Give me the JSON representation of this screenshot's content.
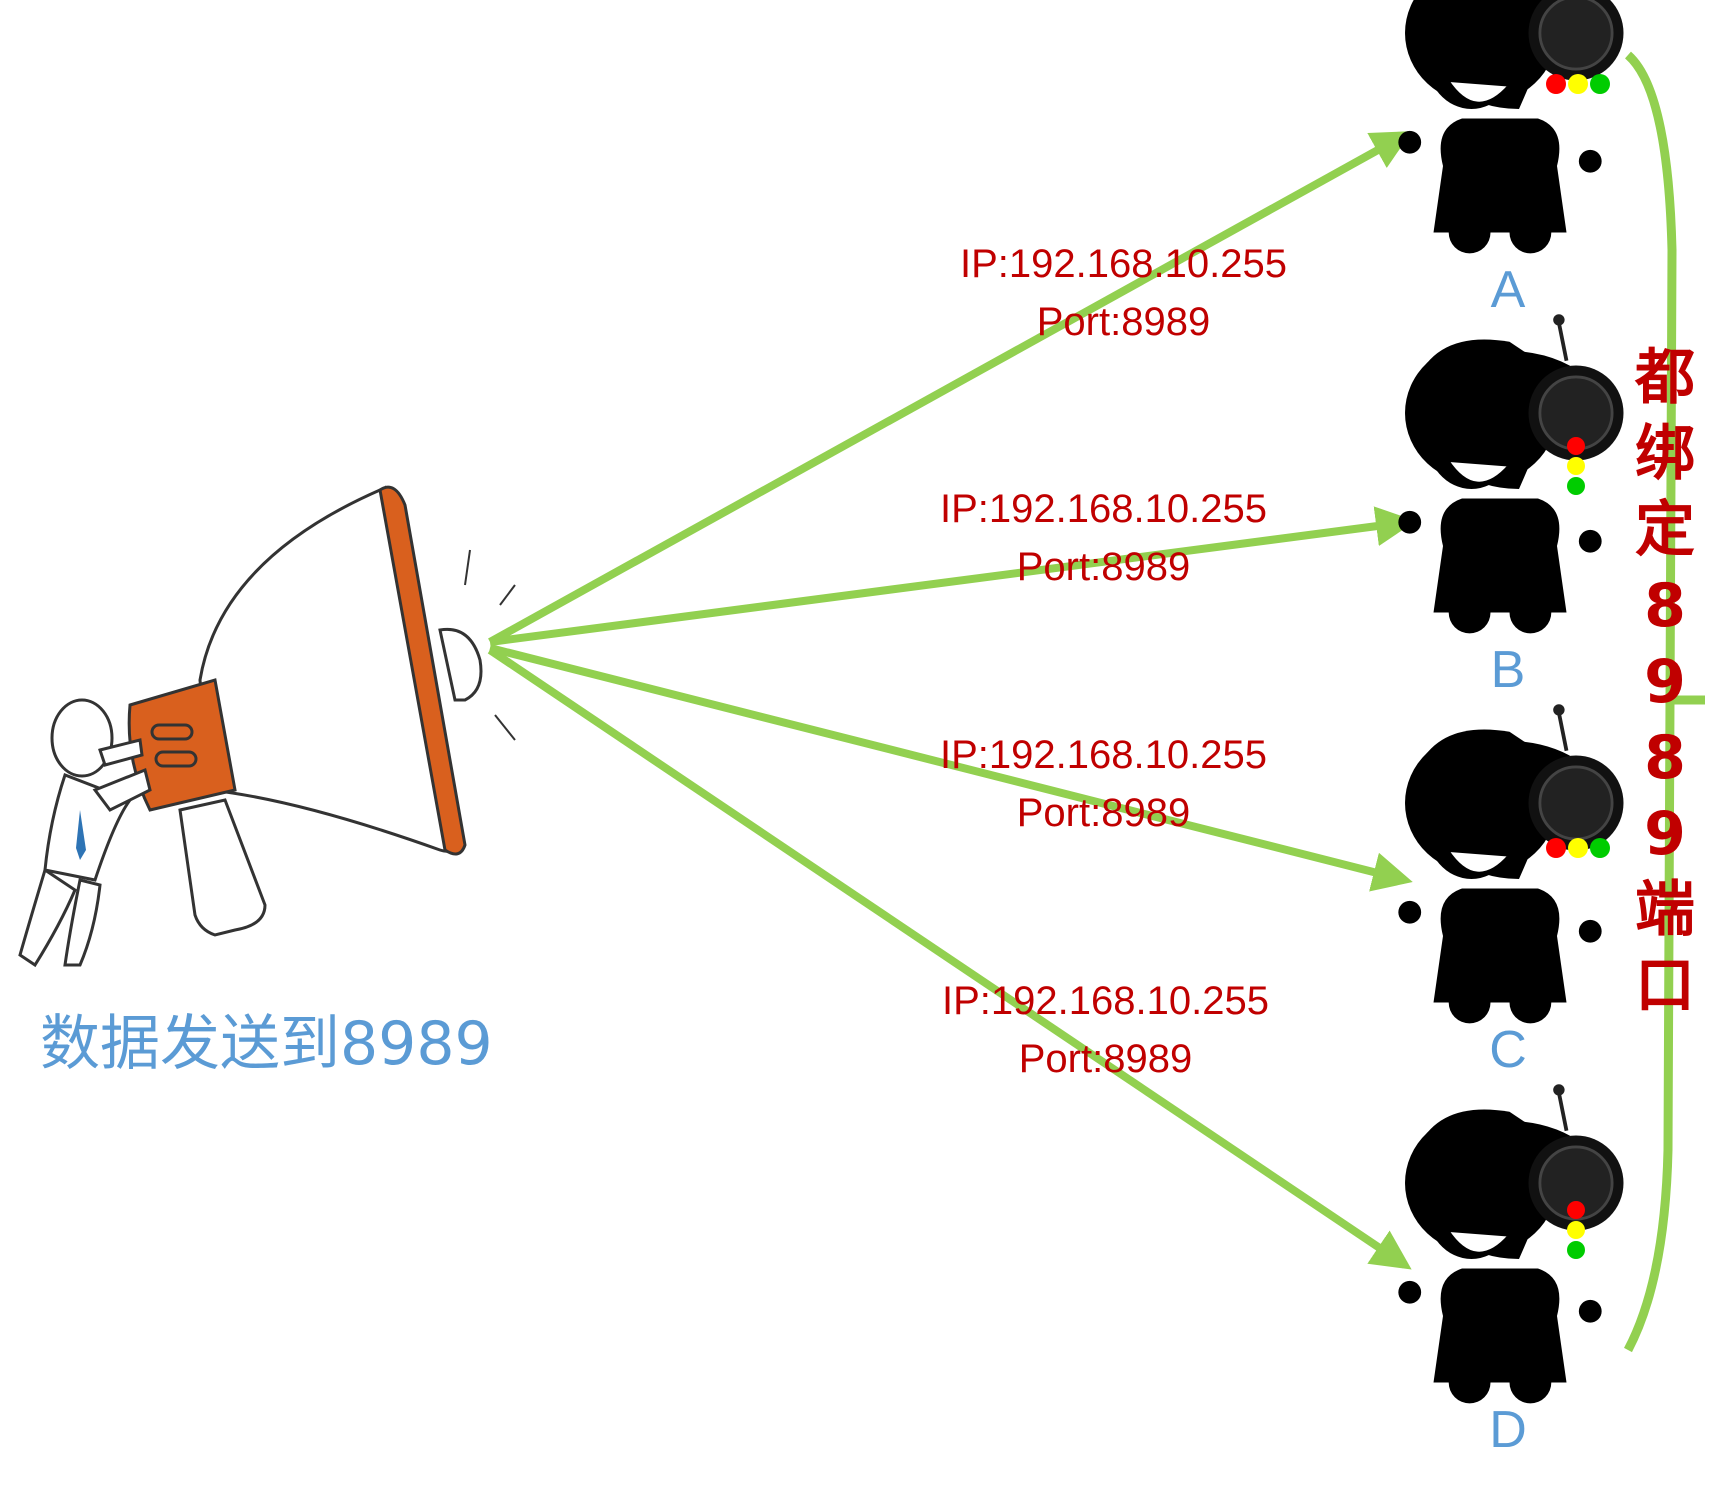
{
  "sender": {
    "caption": "数据发送到8989"
  },
  "edges": [
    {
      "ip": "IP:192.168.10.255",
      "port": "Port:8989"
    },
    {
      "ip": "IP:192.168.10.255",
      "port": "Port:8989"
    },
    {
      "ip": "IP:192.168.10.255",
      "port": "Port:8989"
    },
    {
      "ip": "IP:192.168.10.255",
      "port": "Port:8989"
    }
  ],
  "nodes": [
    {
      "letter": "A",
      "color": "red"
    },
    {
      "letter": "B",
      "color": "green"
    },
    {
      "letter": "C",
      "color": "red"
    },
    {
      "letter": "D",
      "color": "green"
    }
  ],
  "bracket_label": [
    "都",
    "绑",
    "定",
    "8",
    "9",
    "8",
    "9",
    "端",
    "口"
  ],
  "colors": {
    "arrow": "#92d050",
    "label": "#c00000",
    "letter": "#5b9bd5"
  }
}
